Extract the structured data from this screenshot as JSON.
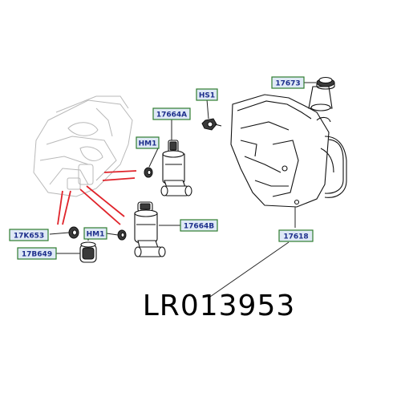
{
  "callouts": {
    "c17673": "17673",
    "hs1": "HS1",
    "c17664a": "17664A",
    "hm1_top": "HM1",
    "c17664b": "17664B",
    "hm1_bottom": "HM1",
    "c17k653": "17K653",
    "c17b649": "17B649",
    "c17618": "17618"
  },
  "part_number": "LR013953",
  "colors": {
    "callout_fill": "#dfe9f6",
    "callout_border": "#2f7d2f",
    "callout_text": "#1d2f8c",
    "highlight_lines": "#e0242b"
  }
}
